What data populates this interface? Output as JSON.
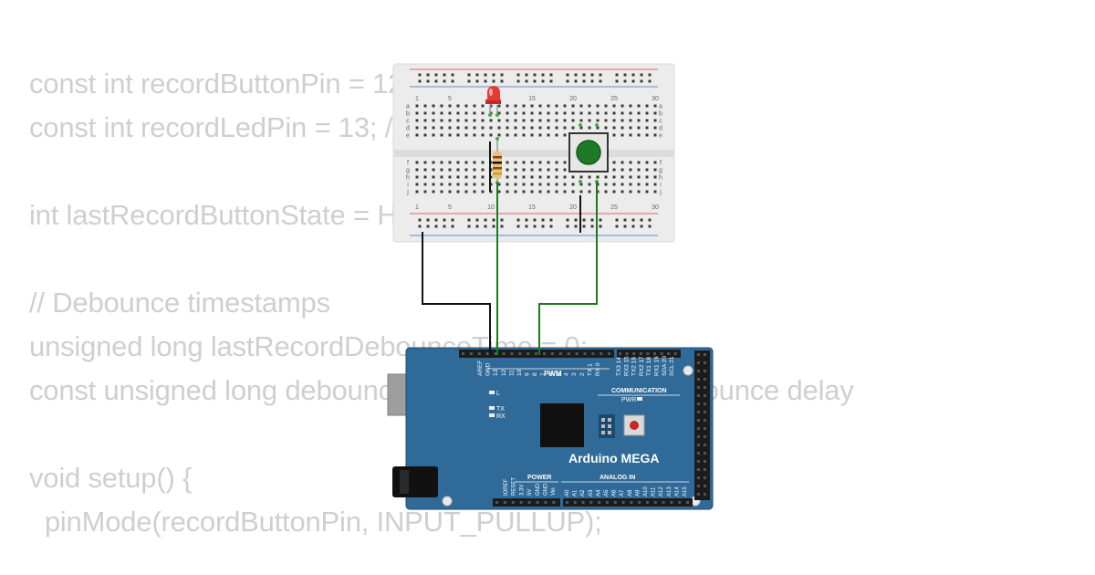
{
  "code_lines": [
    "const int recordButtonPin = 12; // Record button",
    "const int recordLedPin = 13; // LED for recording",
    "",
    "int lastRecordButtonState = HIGH;",
    "",
    "// Debounce timestamps",
    "unsigned long lastRecordDebounceTime = 0;",
    "const unsigned long debounceDelay = 50; // 50ms debounce delay",
    "",
    "void setup() {",
    "  pinMode(recordButtonPin, INPUT_PULLUP);"
  ],
  "breadboard": {
    "top_numbers": [
      "1",
      "5",
      "10",
      "15",
      "20",
      "25",
      "30"
    ],
    "bottom_numbers": [
      "1",
      "5",
      "10",
      "15",
      "20",
      "25",
      "30"
    ],
    "row_letters_top": [
      "a",
      "b",
      "c",
      "d",
      "e"
    ],
    "row_letters_bottom": [
      "f",
      "g",
      "h",
      "i",
      "j"
    ]
  },
  "arduino": {
    "name": "Arduino MEGA",
    "pwm_label": "PWM",
    "communication_label": "COMMUNICATION",
    "power_label": "POWER",
    "analog_label": "ANALOG IN",
    "pwr_led_label": "PWR",
    "l_led_label": "L",
    "tx_label": "TX",
    "rx_label": "RX",
    "top_pin_labels": [
      "AREF",
      "GND",
      "13",
      "12",
      "11",
      "10",
      "9",
      "8",
      "7",
      "6",
      "5",
      "4",
      "3",
      "2",
      "TX 1",
      "RX 0",
      "TX3 14",
      "RX3 15",
      "TX2 16",
      "RX2 17",
      "TX1 18",
      "RX1 19",
      "SDA 20",
      "SCL 21"
    ],
    "power_pin_labels": [
      "IOREF",
      "RESET",
      "3.3V",
      "5V",
      "GND",
      "GND",
      "Vin"
    ],
    "analog_pin_labels": [
      "A0",
      "A1",
      "A2",
      "A3",
      "A4",
      "A5",
      "A6",
      "A7",
      "A8",
      "A9",
      "A10",
      "A11",
      "A12",
      "A13",
      "A14",
      "A15"
    ]
  },
  "colors": {
    "board_blue": "#2f6a98",
    "wire_green": "#1f7a1f",
    "wire_black": "#111111",
    "led_red": "#e53935",
    "button_green": "#1f7a28",
    "code_text": "#cfcfcf"
  }
}
